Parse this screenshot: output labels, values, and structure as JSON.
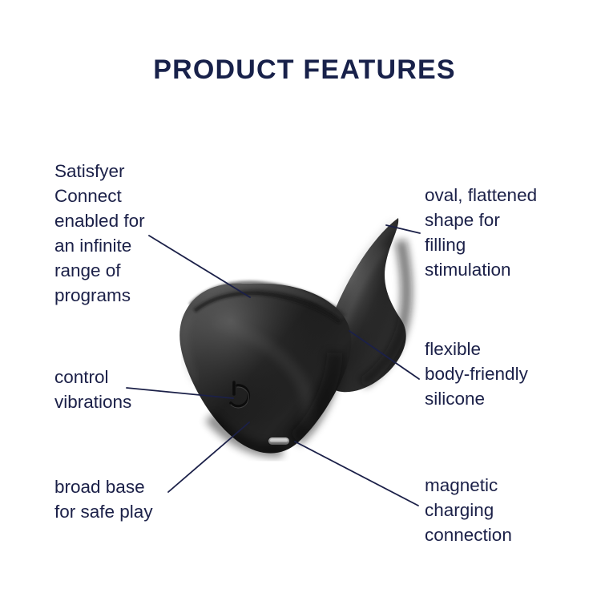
{
  "page": {
    "title": "PRODUCT FEATURES",
    "background_color": "#ffffff",
    "text_color": "#1b2048",
    "title_color": "#18214a",
    "product_color": "#1e1e1e"
  },
  "callouts": {
    "connect": {
      "text": "Satisfyer\nConnect\nenabled for\nan infinite\nrange of\nprograms",
      "side": "left"
    },
    "control": {
      "text": "control\nvibrations",
      "side": "left"
    },
    "base": {
      "text": "broad base\nfor safe play",
      "side": "left"
    },
    "oval": {
      "text": "oval, flattened\nshape for\nfilling\nstimulation",
      "side": "right"
    },
    "silicone": {
      "text": "flexible\nbody-friendly\nsilicone",
      "side": "right"
    },
    "magnetic": {
      "text": "magnetic\ncharging\nconnection",
      "side": "right"
    }
  },
  "product": {
    "name": "satisfyer-connect-plug",
    "power_button_icon": "power-icon",
    "charging_port_icon": "magnetic-charging-contacts-icon"
  }
}
